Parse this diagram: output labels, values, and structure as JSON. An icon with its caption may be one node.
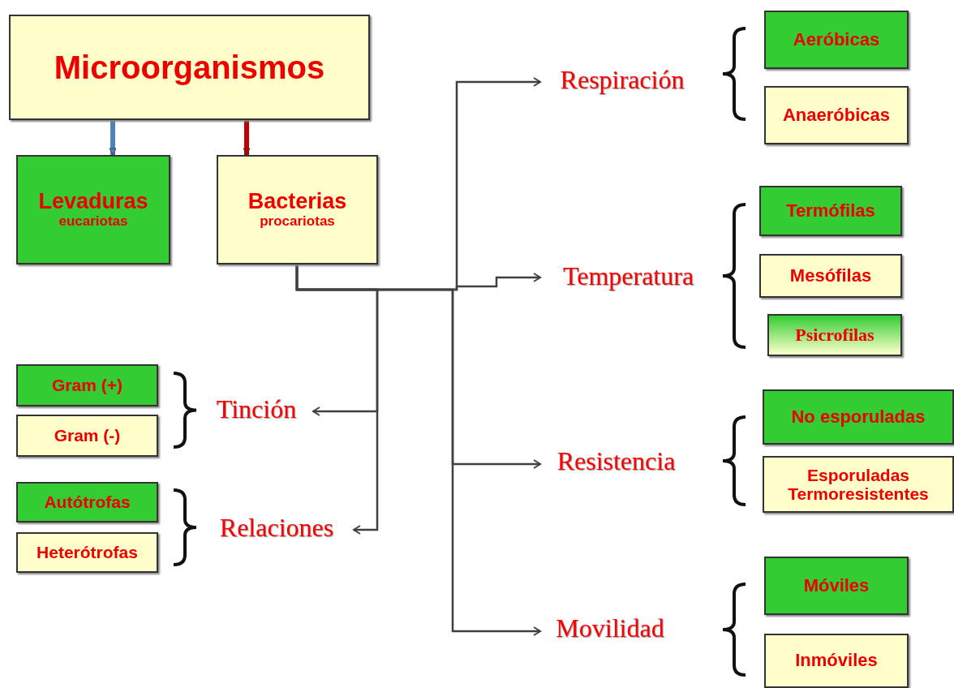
{
  "diagram": {
    "nodes": [
      {
        "text": [
          "Microorganismos"
        ]
      },
      {
        "text": [
          "Levaduras",
          "eucariotas"
        ]
      },
      {
        "text": [
          "Bacterias",
          "procariotas"
        ]
      },
      {
        "text": [
          "Respiración"
        ]
      },
      {
        "text": [
          "Aeróbicas"
        ]
      },
      {
        "text": [
          "Anaeróbicas"
        ]
      },
      {
        "text": [
          "Temperatura"
        ]
      },
      {
        "text": [
          "Termófilas"
        ]
      },
      {
        "text": [
          "Mesófilas"
        ]
      },
      {
        "text": [
          "Psicrofilas"
        ]
      },
      {
        "text": [
          "Tinción"
        ]
      },
      {
        "text": [
          "Gram (+)"
        ]
      },
      {
        "text": [
          "Gram (-)"
        ]
      },
      {
        "text": [
          "Relaciones"
        ]
      },
      {
        "text": [
          "Autótrofas"
        ]
      },
      {
        "text": [
          "Heterótrofas"
        ]
      },
      {
        "text": [
          "Resistencia"
        ]
      },
      {
        "text": [
          "No esporuladas"
        ]
      },
      {
        "text": [
          "Esporuladas Termoresistentes"
        ]
      },
      {
        "text": [
          "Movilidad"
        ]
      },
      {
        "text": [
          "Móviles"
        ]
      },
      {
        "text": [
          "Inmóviles"
        ]
      }
    ],
    "edges": [
      {
        "from": 0,
        "to": 1,
        "arrow": "to",
        "style": "thick",
        "color": "#4f81bd"
      },
      {
        "from": 0,
        "to": 2,
        "arrow": "to",
        "style": "thick",
        "color": "#c00000"
      },
      {
        "from": 2,
        "to": 3,
        "arrow": "to"
      },
      {
        "from": 2,
        "to": 6,
        "arrow": "to"
      },
      {
        "from": 2,
        "to": 10,
        "arrow": "to"
      },
      {
        "from": 2,
        "to": 13,
        "arrow": "to"
      },
      {
        "from": 2,
        "to": 16,
        "arrow": "to"
      },
      {
        "from": 2,
        "to": 19,
        "arrow": "to"
      }
    ]
  }
}
